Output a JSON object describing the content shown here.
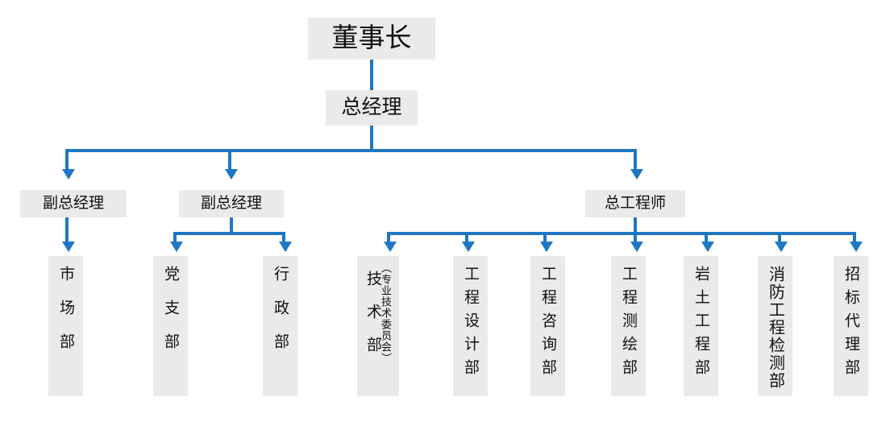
{
  "diagram": {
    "title_text": "",
    "accent_color": "#1F77C4",
    "box_fill": "#EAEAEA",
    "levels": {
      "chairman": "董事长",
      "general_manager": "总经理",
      "deputy_gm_1": "副总经理",
      "deputy_gm_2": "副总经理",
      "chief_engineer": "总工程师"
    },
    "departments": [
      {
        "label": "市场部",
        "annotation": ""
      },
      {
        "label": "党支部",
        "annotation": ""
      },
      {
        "label": "行政部",
        "annotation": ""
      },
      {
        "label": "技术部",
        "annotation": "（专业技术委员会）"
      },
      {
        "label": "工程设计部",
        "annotation": ""
      },
      {
        "label": "工程咨询部",
        "annotation": ""
      },
      {
        "label": "工程测绘部",
        "annotation": ""
      },
      {
        "label": "岩土工程部",
        "annotation": ""
      },
      {
        "label": "消防工程检测部",
        "annotation": ""
      },
      {
        "label": "招标代理部",
        "annotation": ""
      }
    ]
  }
}
